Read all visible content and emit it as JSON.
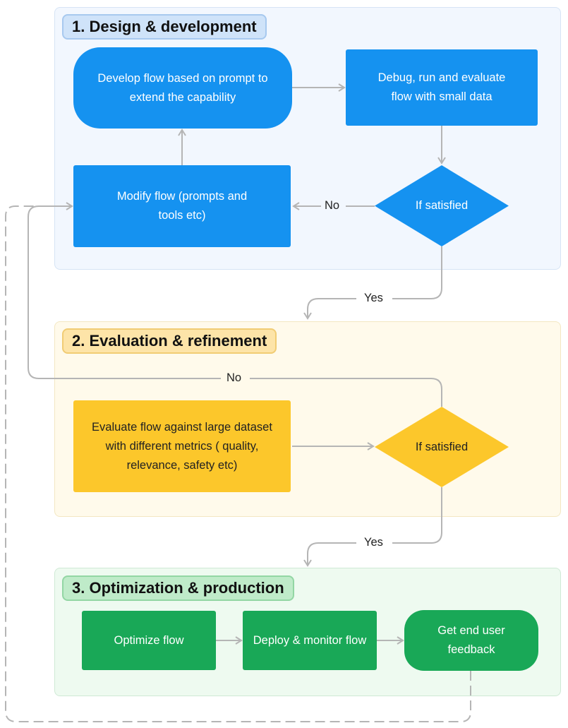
{
  "sections": {
    "design": {
      "title": "1. Design & development"
    },
    "evaluation": {
      "title": "2. Evaluation & refinement"
    },
    "optimization": {
      "title": "3. Optimization & production"
    }
  },
  "nodes": {
    "develop_flow": "Develop flow based on prompt to extend the capability",
    "debug_flow": "Debug, run and evaluate flow with small data",
    "modify_flow": "Modify flow (prompts and tools etc)",
    "if_satisfied_1": "If satisfied",
    "evaluate_flow": "Evaluate flow against large dataset with different metrics ( quality, relevance, safety etc)",
    "if_satisfied_2": "If satisfied",
    "optimize_flow": "Optimize flow",
    "deploy_flow": "Deploy & monitor flow",
    "feedback": "Get end user feedback"
  },
  "edge_labels": {
    "no_1": "No",
    "yes_1": "Yes",
    "no_2": "No",
    "yes_2": "Yes"
  },
  "colors": {
    "blue": "#1592f0",
    "yellow": "#fcc72b",
    "green": "#19a857",
    "connector": "#b5b5b5"
  }
}
